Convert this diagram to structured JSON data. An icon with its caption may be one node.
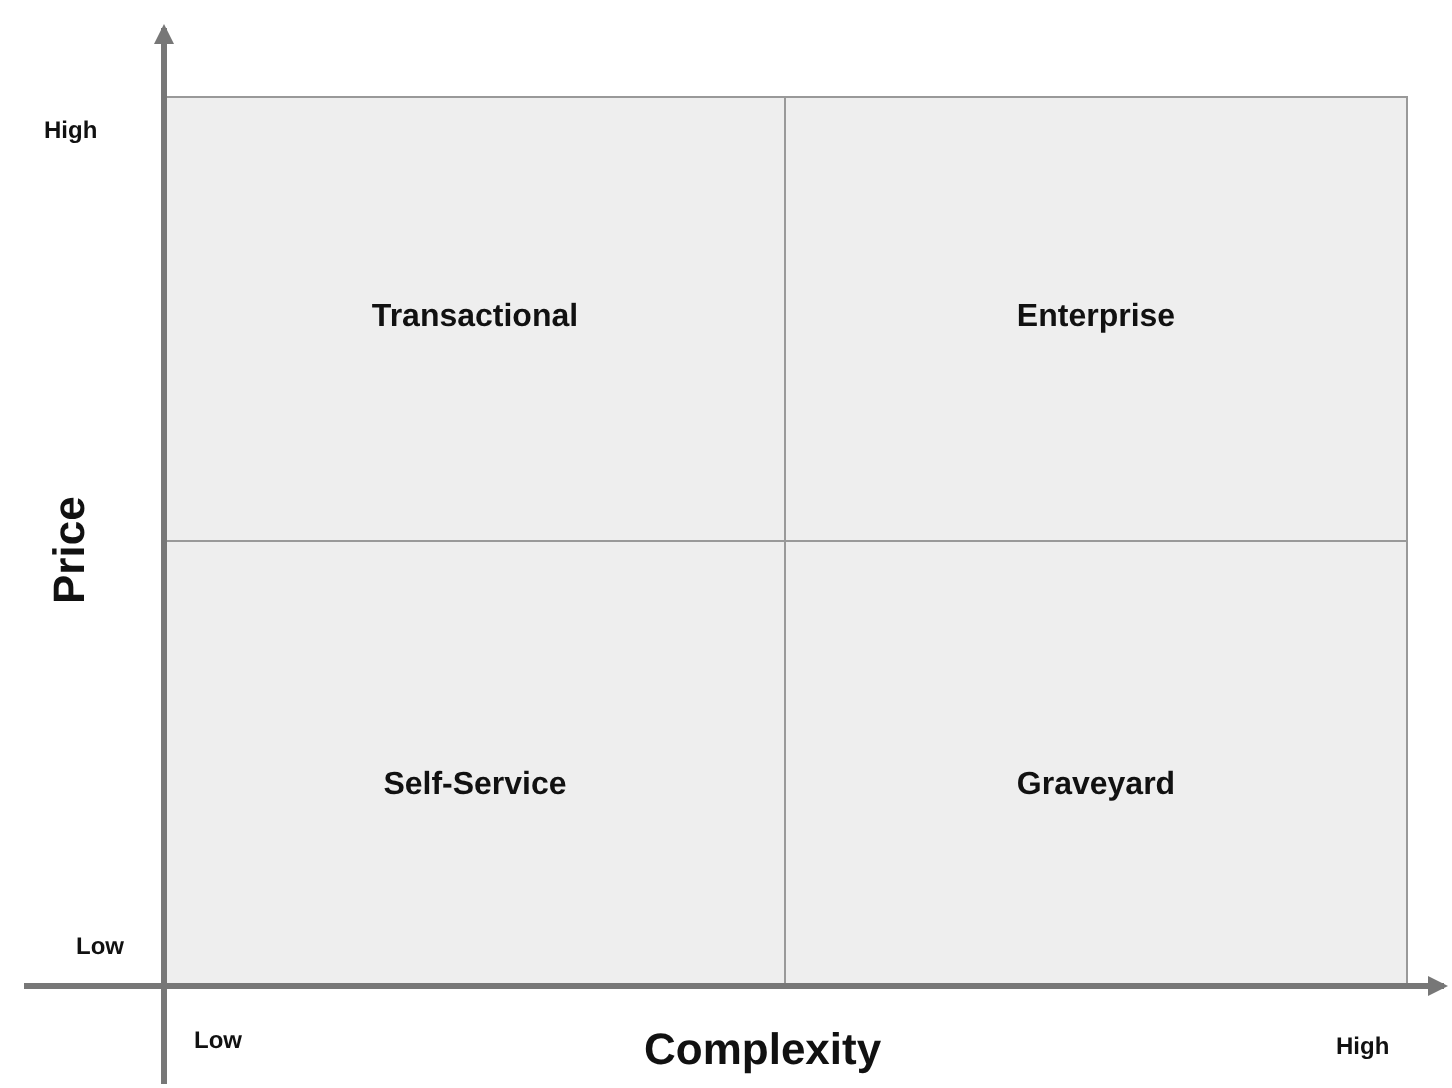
{
  "diagram": {
    "nodes": [
      {
        "text": [
          "Transactional"
        ]
      },
      {
        "text": [
          "Enterprise"
        ]
      },
      {
        "text": [
          "Self-Service"
        ]
      },
      {
        "text": [
          "Graveyard"
        ]
      }
    ],
    "labels": [
      "High",
      "Price",
      "Low",
      "Low",
      "Complexity",
      "High"
    ]
  }
}
